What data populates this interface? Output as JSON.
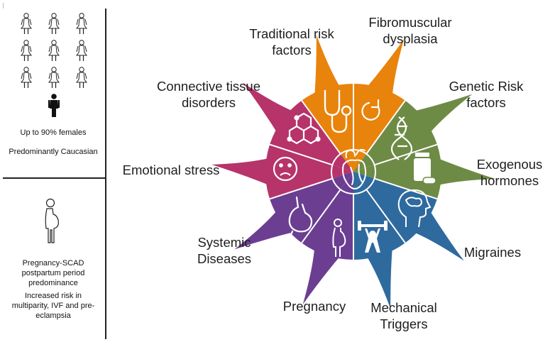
{
  "left_panel": {
    "females_text": "Up to 90% females",
    "caucasian_text": "Predominantly Caucasian",
    "pregnancy_text": [
      "Pregnancy-SCAD",
      "postpartum period",
      "predominance"
    ],
    "increased_risk_text": [
      "Increased risk in",
      "multiparity, IVF and pre-",
      "eclampsia"
    ]
  },
  "wheel": {
    "center_icon": "anatomical-heart-icon",
    "segments": [
      {
        "label": [
          "Traditional risk",
          "factors"
        ],
        "icon": "stethoscope-icon",
        "color": "#E8830C"
      },
      {
        "label": [
          "Fibromuscular",
          "dysplasia"
        ],
        "icon": "refresh-arrow-icon",
        "color": "#E8830C"
      },
      {
        "label": [
          "Genetic Risk",
          "factors"
        ],
        "icon": "dna-icon",
        "color": "#6E8B45"
      },
      {
        "label": [
          "Exogenous",
          "hormones"
        ],
        "icon": "pill-bottle-icon",
        "color": "#6E8B45"
      },
      {
        "label": [
          "Migraines"
        ],
        "icon": "brain-head-icon",
        "color": "#2E6A9E"
      },
      {
        "label": [
          "Mechanical",
          "Triggers"
        ],
        "icon": "weightlifter-icon",
        "color": "#2E6A9E"
      },
      {
        "label": [
          "Pregnancy"
        ],
        "icon": "pregnant-woman-icon",
        "color": "#6B3E92"
      },
      {
        "label": [
          "Systemic",
          "Diseases"
        ],
        "icon": "stomach-icon",
        "color": "#6B3E92"
      },
      {
        "label": [
          "Emotional stress"
        ],
        "icon": "sad-face-icon",
        "color": "#B6346A"
      },
      {
        "label": [
          "Connective tissue",
          "disorders"
        ],
        "icon": "molecule-icon",
        "color": "#B6346A"
      }
    ]
  }
}
